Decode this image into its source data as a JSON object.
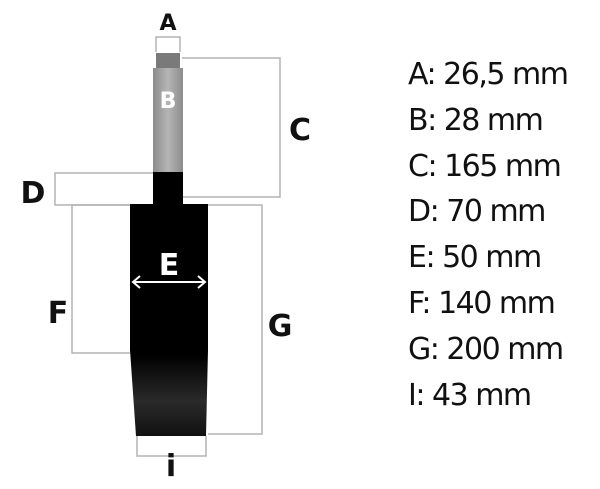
{
  "diagram": {
    "labels": {
      "A": "A",
      "B": "B",
      "C": "C",
      "D": "D",
      "E": "E",
      "F": "F",
      "G": "G",
      "I": "i"
    }
  },
  "legend": [
    "A: 26,5 mm",
    "B: 28 mm",
    "C: 165 mm",
    "D: 70 mm",
    "E: 50 mm",
    "F: 140 mm",
    "G: 200 mm",
    "I: 43 mm"
  ],
  "colors": {
    "body": "#000000",
    "rod": "#a3a3a3",
    "dimension_line": "#b3b3b3",
    "text": "#111111"
  }
}
